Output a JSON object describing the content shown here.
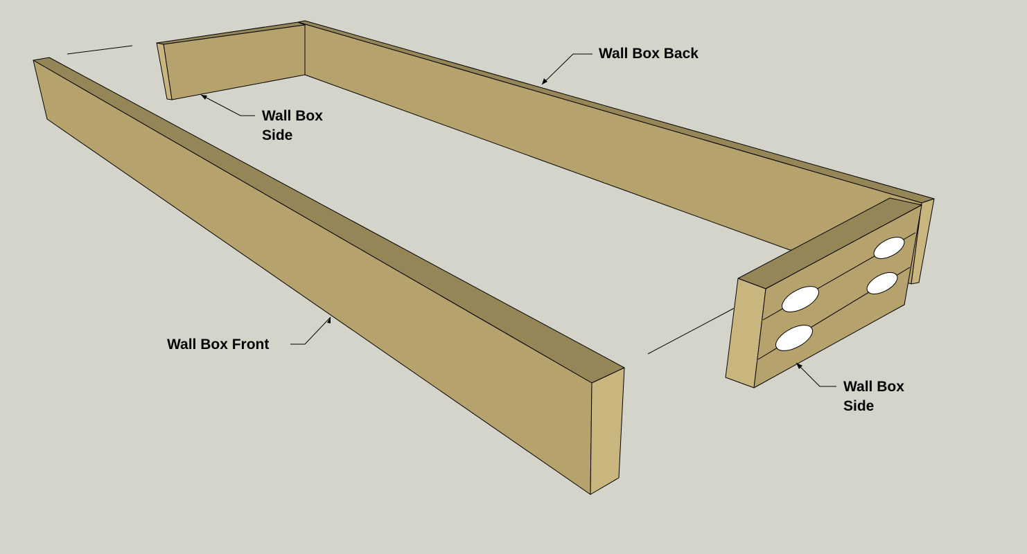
{
  "labels": {
    "wall_box_back": "Wall Box Back",
    "wall_box_side_left": {
      "line1": "Wall Box",
      "line2": "Side"
    },
    "wall_box_front": "Wall Box Front",
    "wall_box_side_right": {
      "line1": "Wall Box",
      "line2": "Side"
    }
  },
  "colors": {
    "background": "#d4d4cb",
    "wood_face": "#b5a26c",
    "wood_top": "#958658",
    "wood_end": "#c9b67f",
    "pocket_hole": "#ffffff",
    "outline": "#000000"
  }
}
